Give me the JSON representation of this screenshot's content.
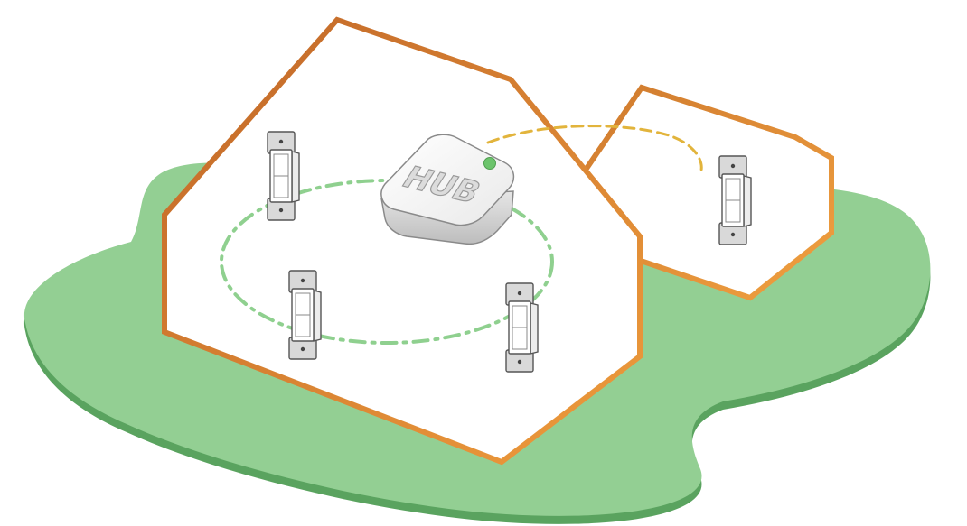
{
  "hub": {
    "label": "HUB",
    "status_color": "#6cc46c"
  },
  "colors": {
    "ground_top": "#93cf93",
    "ground_edge": "#5aa35f",
    "house_border_dark": "#c26a2a",
    "house_border_light": "#e9973a",
    "local_network_link": "#8fd08f",
    "remote_network_link": "#e2b43c",
    "switch_frame": "#d9d9d9",
    "switch_outline": "#555555"
  },
  "devices": [
    {
      "name": "switch-house-a-top-left"
    },
    {
      "name": "switch-house-a-bottom-left"
    },
    {
      "name": "switch-house-a-bottom-right"
    },
    {
      "name": "switch-house-b"
    }
  ]
}
